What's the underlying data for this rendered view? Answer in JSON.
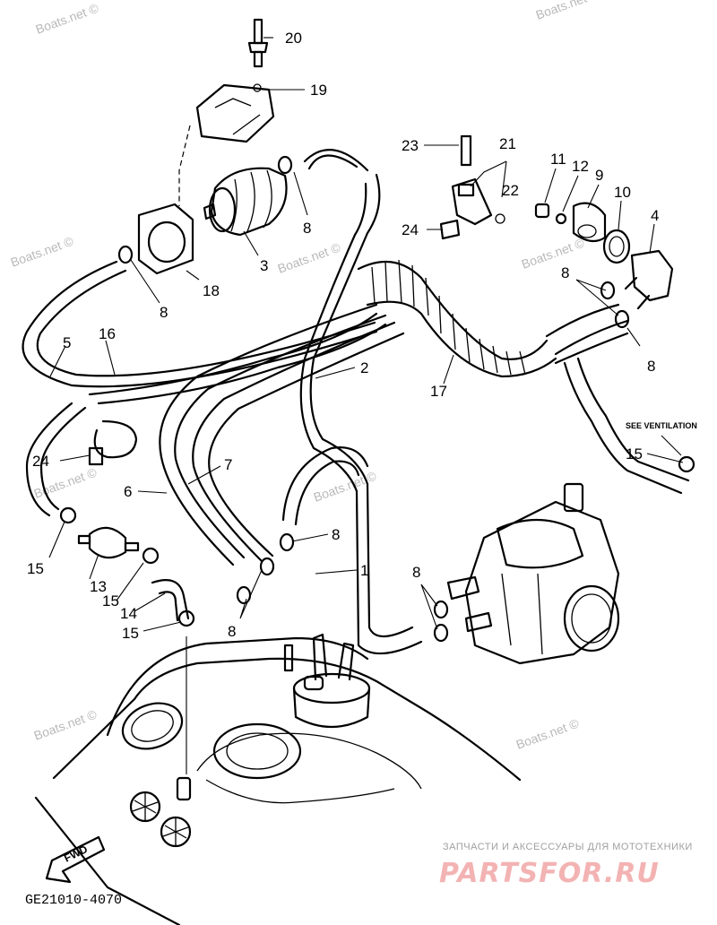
{
  "callouts": {
    "c1": "1",
    "c2": "2",
    "c3": "3",
    "c4": "4",
    "c5": "5",
    "c6": "6",
    "c7": "7",
    "c8a": "8",
    "c8b": "8",
    "c8c": "8",
    "c8d": "8",
    "c8e": "8",
    "c8f": "8",
    "c8g": "8",
    "c9": "9",
    "c10": "10",
    "c11": "11",
    "c12": "12",
    "c13": "13",
    "c14": "14",
    "c15a": "15",
    "c15b": "15",
    "c15c": "15",
    "c15d": "15",
    "c16": "16",
    "c17": "17",
    "c18": "18",
    "c19": "19",
    "c20": "20",
    "c21": "21",
    "c22": "22",
    "c23": "23",
    "c24a": "24",
    "c24b": "24"
  },
  "note": "SEE VENTILATION",
  "watermarks": [
    "Boats.net ©",
    "Boats.net ©",
    "Boats.net ©",
    "Boats.net ©",
    "Boats.net ©",
    "Boats.net ©",
    "Boats.net ©",
    "Boats.net ©",
    "Boats.net ©"
  ],
  "direction_marker": "FWD",
  "diagram_code": "GE21010-4070",
  "brand": {
    "tagline": "ЗАПЧАСТИ И АКСЕССУАРЫ ДЛЯ МОТОТЕХНИКИ",
    "logo_text": "PARTSFOR.RU"
  }
}
